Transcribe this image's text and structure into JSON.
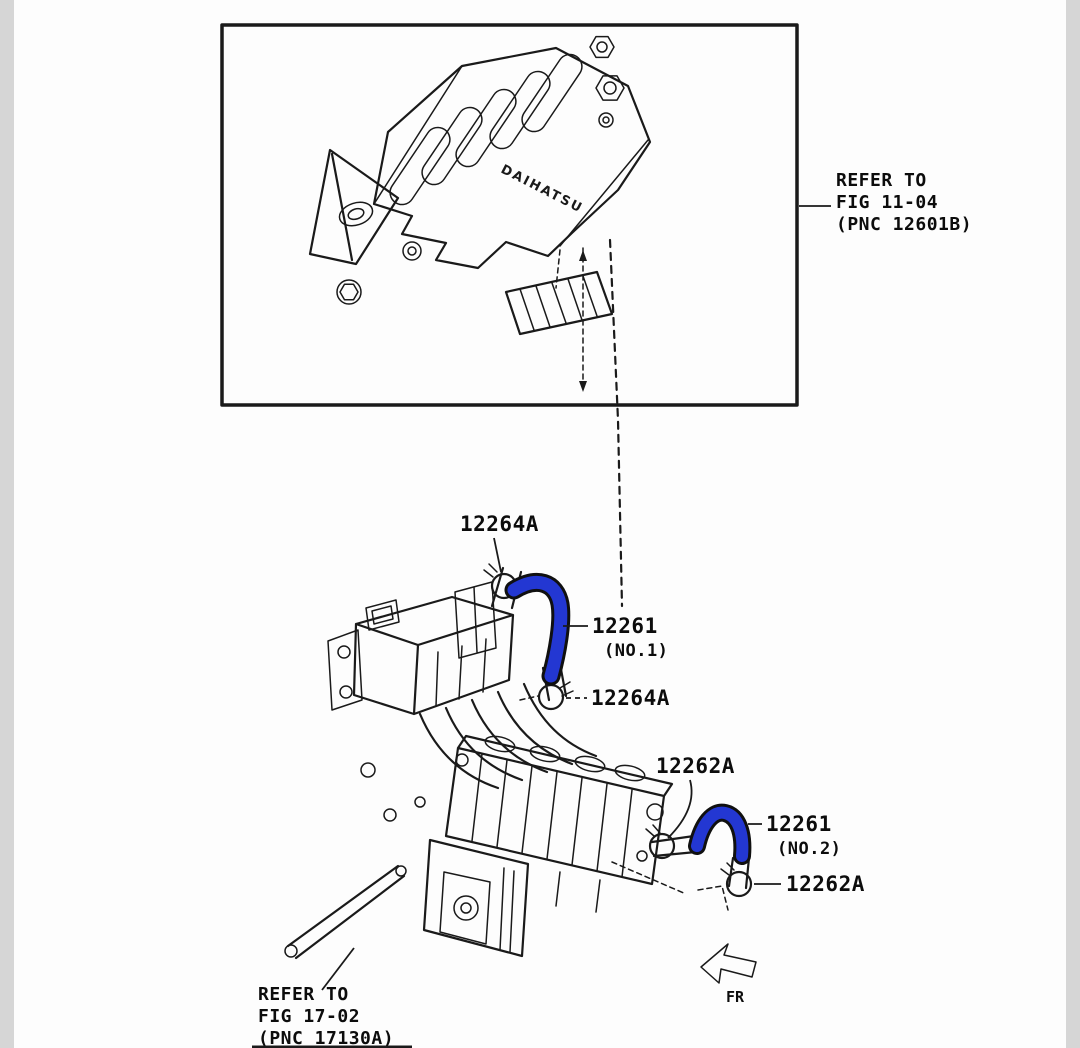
{
  "page": {
    "kind": "parts-catalog-figure",
    "paper_color": "#fdfdfd",
    "margin_color": "#d6d6d6"
  },
  "colors": {
    "line": "#1a1a1a",
    "hose": "#2337d2",
    "text": "#0c0c0c"
  },
  "cover": {
    "brand": "DAIHATSU"
  },
  "refer_top": {
    "l1": "REFER TO",
    "l2": "FIG 11-04",
    "l3": "(PNC 12601B)"
  },
  "refer_bottom": {
    "l1": "REFER TO",
    "l2": "FIG 17-02",
    "l3": "(PNC 17130A)"
  },
  "labels": {
    "clamp_top": "12264A",
    "hose1": "12261",
    "hose1_sub": "(NO.1)",
    "clamp_mid": "12264A",
    "clamp2_upper": "12262A",
    "hose2": "12261",
    "hose2_sub": "(NO.2)",
    "clamp2_lower": "12262A",
    "fr": "FR"
  }
}
